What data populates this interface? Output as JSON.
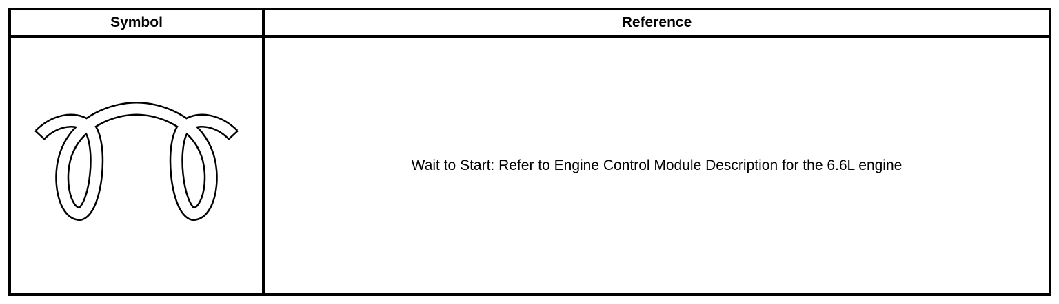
{
  "table": {
    "headers": {
      "symbol": "Symbol",
      "reference": "Reference"
    },
    "rows": [
      {
        "symbol_icon": "glow-plug-coil-icon",
        "reference": "Wait to Start: Refer to Engine Control Module Description for the 6.6L engine"
      }
    ]
  },
  "colors": {
    "border": "#000000",
    "background": "#ffffff",
    "text": "#000000"
  }
}
